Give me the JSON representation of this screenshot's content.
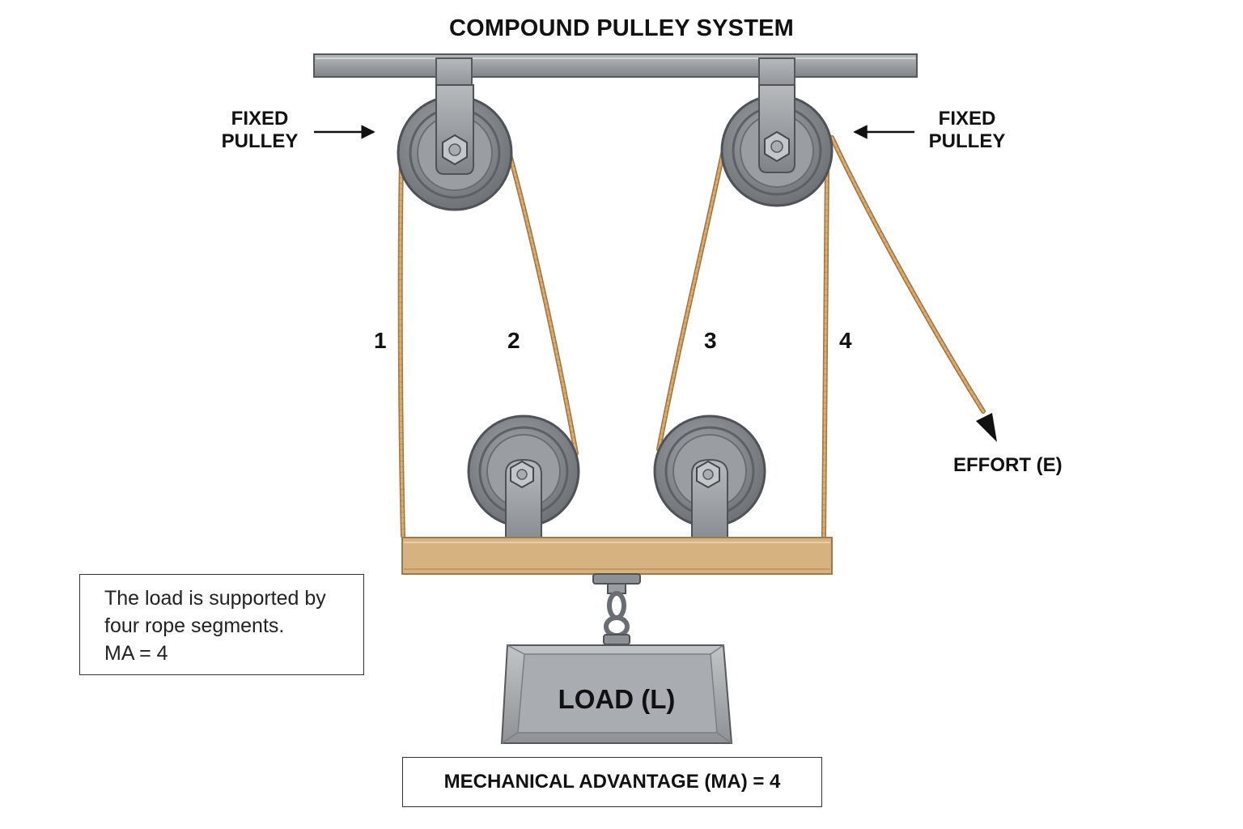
{
  "title": "COMPOUND PULLEY SYSTEM",
  "labels": {
    "fixed_left": [
      "FIXED",
      "PULLEY"
    ],
    "fixed_right": [
      "FIXED",
      "PULLEY"
    ],
    "segments": [
      "1",
      "2",
      "3",
      "4"
    ],
    "effort": "EFFORT (E)",
    "load": "LOAD (L)"
  },
  "note": {
    "lines": [
      "The load is supported by",
      "four rope segments.",
      "MA = 4"
    ]
  },
  "mechanical_advantage": "MECHANICAL ADVANTAGE (MA) = 4",
  "colors": {
    "rope": "#c9975c",
    "rope_highlight": "#e2bd8a",
    "steel": "#8d9196",
    "steel_light": "#b5b8bc",
    "steel_dark": "#5f6368",
    "wood": "#d6b281",
    "wood_edge": "#9c7a4f",
    "load": "#a3a6aa",
    "text": "#111111"
  },
  "icons": [
    "hex-bolt-icon",
    "arrow-right-icon",
    "arrow-left-icon",
    "chain-link-icon"
  ]
}
